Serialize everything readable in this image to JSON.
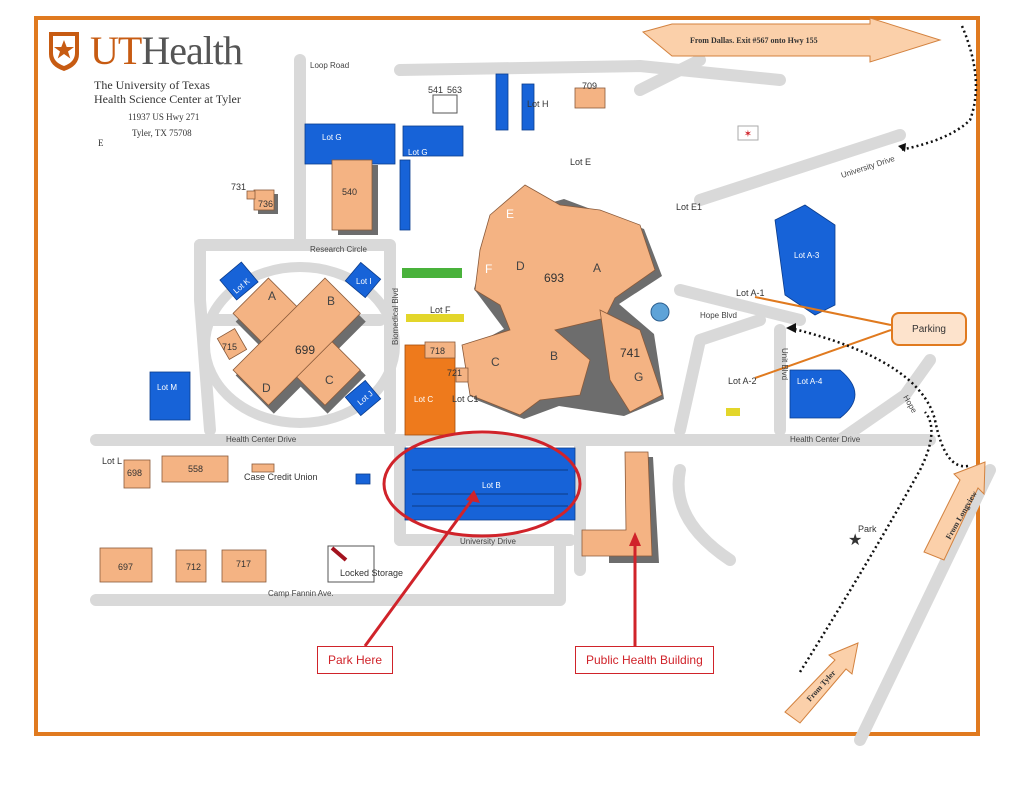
{
  "header": {
    "brand_prefix": "UT",
    "brand_suffix": "Health",
    "institution_line1": "The University of Texas",
    "institution_line2": "Health Science Center at Tyler",
    "address_line1": "11937 US Hwy 271",
    "address_line2": "Tyler, TX 75708",
    "stray_letter": "E"
  },
  "directions": {
    "from_dallas": "From Dallas. Exit #567  onto Hwy 155",
    "from_longview": "From Longview",
    "from_tyler": "From Tyler"
  },
  "streets": {
    "loop_road": "Loop Road",
    "university_drive_north": "University Drive",
    "research_circle": "Research Circle",
    "biomedical_blvd": "Biomedical Blvd",
    "hope_blvd": "Hope Blvd",
    "health_center_drive_west": "Health Center Drive",
    "health_center_drive_east": "Health Center Drive",
    "university_drive_south": "University Drive",
    "camp_fannin": "Camp Fannin Ave.",
    "hope_lane": "Hope",
    "unit_blvd": "Unit Blvd"
  },
  "buildings": {
    "b541": "541",
    "b563": "563",
    "b709": "709",
    "b731": "731",
    "b736": "736",
    "b540": "540",
    "b693": "693",
    "b699": "699",
    "b715": "715",
    "b718": "718",
    "b721": "721",
    "b741": "741",
    "b698": "698",
    "b558": "558",
    "b697": "697",
    "b712": "712",
    "b717": "717",
    "case_credit_union": "Case Credit Union",
    "locked_storage": "Locked Storage"
  },
  "wings": {
    "w693_e": "E",
    "w693_d": "D",
    "w693_a": "A",
    "w693_b": "B",
    "w693_c": "C",
    "w693_f": "F",
    "w699_a": "A",
    "w699_b": "B",
    "w699_c": "C",
    "w699_d": "D",
    "w741_g": "G"
  },
  "lots": {
    "lot_g_west": "Lot G",
    "lot_g_east": "Lot G",
    "lot_h": "Lot H",
    "lot_e": "Lot E",
    "lot_e1": "Lot E1",
    "lot_a3": "Lot A-3",
    "lot_a1": "Lot A-1",
    "lot_a2": "Lot A-2",
    "lot_a4": "Lot A-4",
    "lot_k": "Lot K",
    "lot_i": "Lot I",
    "lot_j": "Lot J",
    "lot_f": "Lot F",
    "lot_c": "Lot C",
    "lot_c1": "Lot C1",
    "lot_m": "Lot M",
    "lot_l": "Lot L",
    "lot_b": "Lot B"
  },
  "landmarks": {
    "park": "Park"
  },
  "callouts": {
    "parking": "Parking",
    "park_here": "Park Here",
    "public_health_building": "Public Health Building"
  },
  "colors": {
    "frame": "#e07a1f",
    "building": "#f4b383",
    "lot": "#1763d8",
    "highlight": "#d0232a",
    "brand_orange": "#c75b12"
  }
}
